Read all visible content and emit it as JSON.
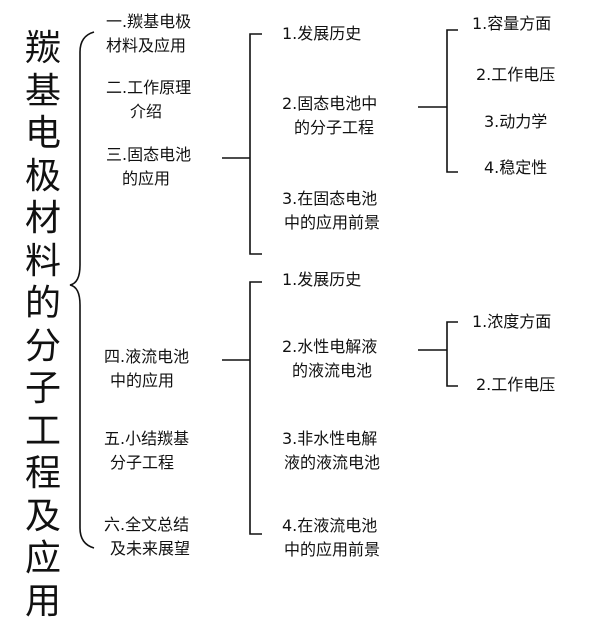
{
  "root": {
    "title_chars": [
      "羰",
      "基",
      "电",
      "极",
      "材",
      "料",
      "的",
      "分",
      "子",
      "工",
      "程",
      "及",
      "应",
      "用"
    ]
  },
  "chapters": [
    {
      "lines": [
        "一.羰基电极",
        "材料及应用"
      ]
    },
    {
      "lines": [
        "二.工作原理",
        "介绍"
      ]
    },
    {
      "lines": [
        "三.固态电池",
        "的应用"
      ]
    },
    {
      "lines": [
        "四.液流电池",
        "中的应用"
      ]
    },
    {
      "lines": [
        "五.小结羰基",
        "分子工程"
      ]
    },
    {
      "lines": [
        "六.全文总结",
        "及未来展望"
      ]
    }
  ],
  "solid_state": {
    "items": [
      {
        "lines": [
          "1.发展历史"
        ]
      },
      {
        "lines": [
          "2.固态电池中",
          "的分子工程"
        ]
      },
      {
        "lines": [
          "3.在固态电池",
          "中的应用前景"
        ]
      }
    ],
    "engineering_items": [
      {
        "lines": [
          "1.容量方面"
        ]
      },
      {
        "lines": [
          "2.工作电压"
        ]
      },
      {
        "lines": [
          "3.动力学"
        ]
      },
      {
        "lines": [
          "4.稳定性"
        ]
      }
    ]
  },
  "flow_battery": {
    "items": [
      {
        "lines": [
          "1.发展历史"
        ]
      },
      {
        "lines": [
          "2.水性电解液",
          "的液流电池"
        ]
      },
      {
        "lines": [
          "3.非水性电解",
          "液的液流电池"
        ]
      },
      {
        "lines": [
          "4.在液流电池",
          "中的应用前景"
        ]
      }
    ],
    "aqueous_items": [
      {
        "lines": [
          "1.浓度方面"
        ]
      },
      {
        "lines": [
          "2.工作电压"
        ]
      }
    ]
  },
  "colors": {
    "text": "#111111",
    "line": "#111111",
    "background": "#ffffff"
  }
}
